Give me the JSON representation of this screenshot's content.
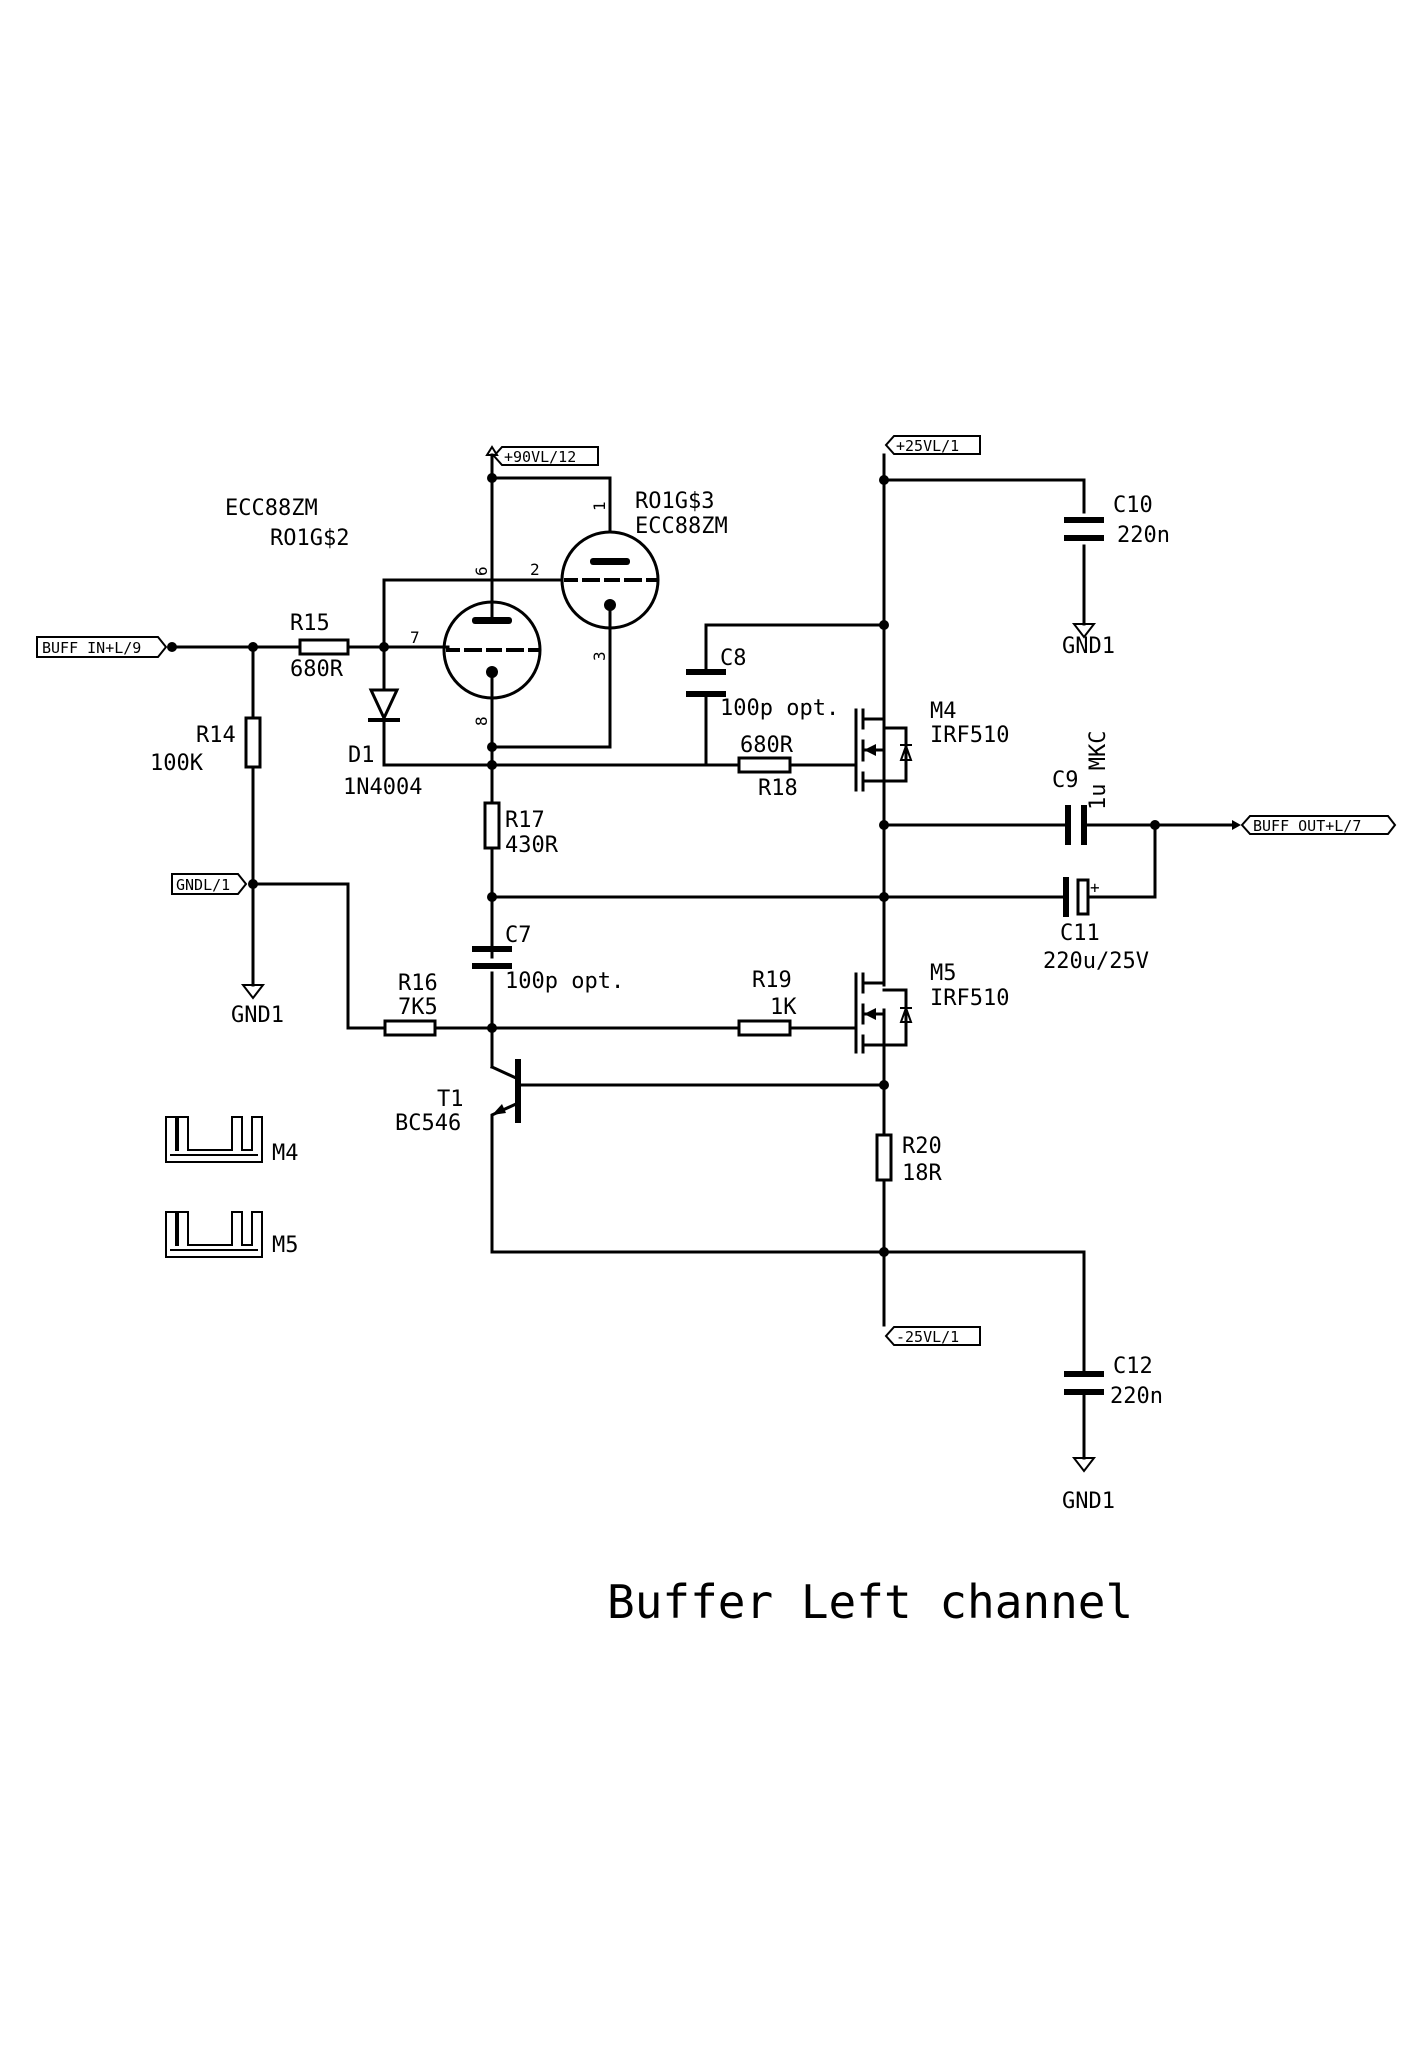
{
  "title": "Buffer Left channel",
  "ports": {
    "buff_in": "BUFF_IN+L/9",
    "gndl": "GNDL/1",
    "plus90": "+90VL/12",
    "plus25": "+25VL/1",
    "minus25": "-25VL/1",
    "buff_out": "BUFF_OUT+L/7"
  },
  "tubes": {
    "left_type": "ECC88ZM",
    "left_ref": "RO1G$2",
    "right_ref": "RO1G$3",
    "right_type": "ECC88ZM",
    "pins": {
      "p6": "6",
      "p2": "2",
      "p1": "1",
      "p7": "7",
      "p3": "3",
      "p8": "8"
    }
  },
  "components": {
    "r15": {
      "ref": "R15",
      "value": "680R"
    },
    "r14": {
      "ref": "R14",
      "value": "100K"
    },
    "d1": {
      "ref": "D1",
      "value": "1N4004"
    },
    "r17": {
      "ref": "R17",
      "value": "430R"
    },
    "c7": {
      "ref": "C7",
      "value": "100p opt."
    },
    "c8": {
      "ref": "C8",
      "value": "100p opt."
    },
    "r18": {
      "ref": "R18",
      "value": "680R"
    },
    "r16": {
      "ref": "R16",
      "value": "7K5"
    },
    "r19": {
      "ref": "R19",
      "value": "1K"
    },
    "m4": {
      "ref": "M4",
      "value": "IRF510"
    },
    "m5": {
      "ref": "M5",
      "value": "IRF510"
    },
    "c9": {
      "ref": "C9",
      "value": "1u MKC"
    },
    "c10": {
      "ref": "C10",
      "value": "220n"
    },
    "c11": {
      "ref": "C11",
      "value": "220u/25V"
    },
    "c12": {
      "ref": "C12",
      "value": "220n"
    },
    "r20": {
      "ref": "R20",
      "value": "18R"
    },
    "t1": {
      "ref": "T1",
      "value": "BC546"
    }
  },
  "grounds": {
    "g1": "GND1",
    "g2": "GND1",
    "g3": "GND1"
  },
  "heatsinks": {
    "hs1": "M4",
    "hs2": "M5"
  },
  "polarity_mark": "+"
}
